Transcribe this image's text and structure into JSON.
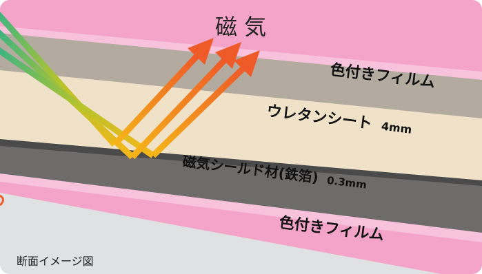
{
  "diagram": {
    "title": "磁 気",
    "layers": {
      "top_film": "色付きフィルム",
      "urethane": "ウレタンシート",
      "urethane_thickness": "4mm",
      "shield": "磁気シールド材(鉄箔)",
      "shield_thickness": "0.3mm",
      "bottom_film": "色付きフィルム"
    },
    "caption": "断面イメージ図"
  },
  "colors": {
    "background_panel": "#e0e1e2",
    "film_pink": "#f3a4c8",
    "film_pink_light": "#f8c2dd",
    "urethane_top": "#b3ab9f",
    "urethane_side": "#f0e2c8",
    "shield_top": "#6e6c6b",
    "shield_side": "#4a4a4a",
    "arrow_in_start": "#33b389",
    "arrow_in_end": "#f6b618",
    "arrow_out_start": "#f6a51a",
    "arrow_out_end": "#ee5a28"
  }
}
